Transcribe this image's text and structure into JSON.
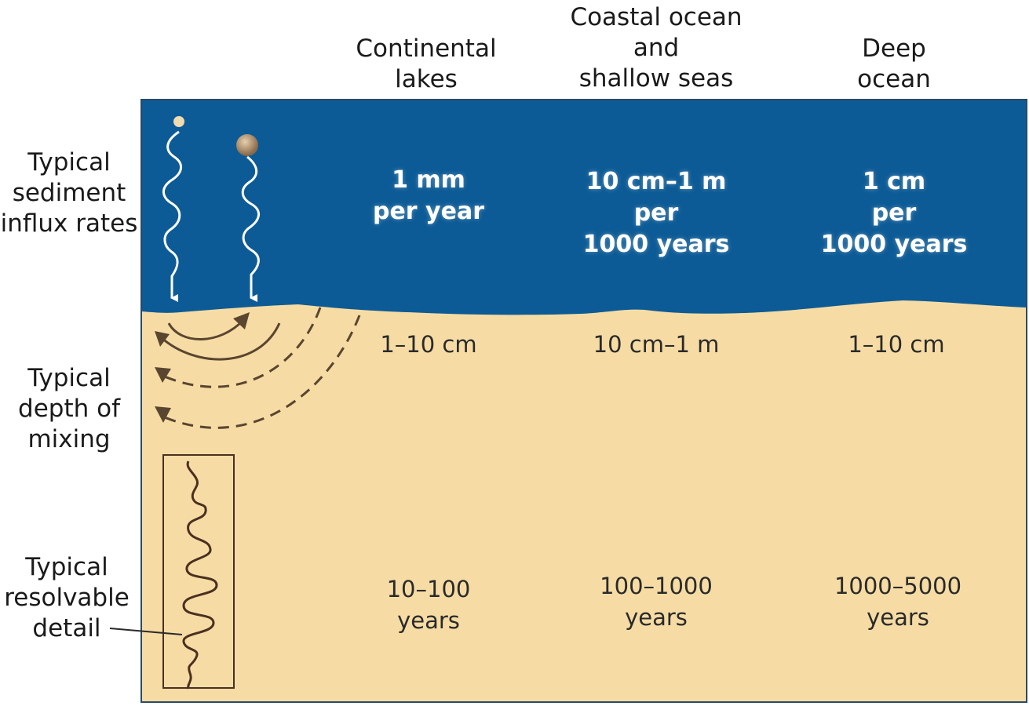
{
  "columns": [
    {
      "lines": [
        "Continental",
        "lakes"
      ]
    },
    {
      "lines": [
        "Coastal ocean",
        "and",
        "shallow seas"
      ]
    },
    {
      "lines": [
        "Deep",
        "ocean"
      ]
    }
  ],
  "rows": {
    "influx": {
      "label": [
        "Typical",
        "sediment",
        "influx rates"
      ]
    },
    "mixing": {
      "label": [
        "Typical",
        "depth of",
        "mixing"
      ]
    },
    "detail": {
      "label": [
        "Typical",
        "resolvable",
        "detail"
      ]
    }
  },
  "influx_values": [
    [
      "1 mm",
      "per year"
    ],
    [
      "10 cm–1 m",
      "per",
      "1000 years"
    ],
    [
      "1 cm",
      "per",
      "1000 years"
    ]
  ],
  "mixing_values": [
    "1–10 cm",
    "10 cm–1 m",
    "1–10 cm"
  ],
  "detail_values": [
    [
      "10–100",
      "years"
    ],
    [
      "100–1000",
      "years"
    ],
    [
      "1000–5000",
      "years"
    ]
  ],
  "colors": {
    "water": "#0d5b96",
    "sediment": "#f6dca4",
    "arrow_white": "#ffffff",
    "mixing_arrow": "#5a4530",
    "core_box": "#4a3020"
  }
}
